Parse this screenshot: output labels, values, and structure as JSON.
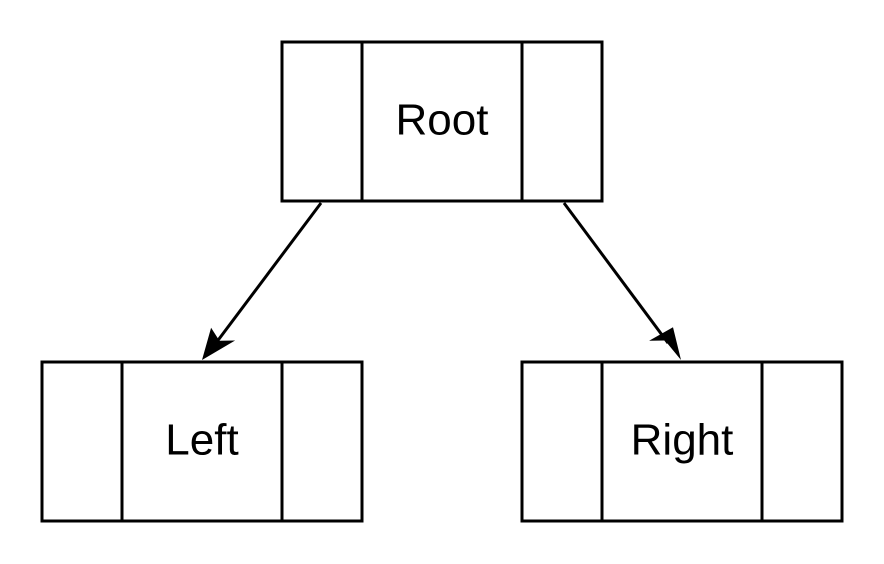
{
  "nodes": {
    "root": {
      "label": "Root"
    },
    "left": {
      "label": "Left"
    },
    "right": {
      "label": "Right"
    }
  },
  "edges": [
    {
      "from": "root",
      "to": "left"
    },
    {
      "from": "root",
      "to": "right"
    }
  ],
  "colors": {
    "stroke": "#000000",
    "background": "#ffffff"
  }
}
